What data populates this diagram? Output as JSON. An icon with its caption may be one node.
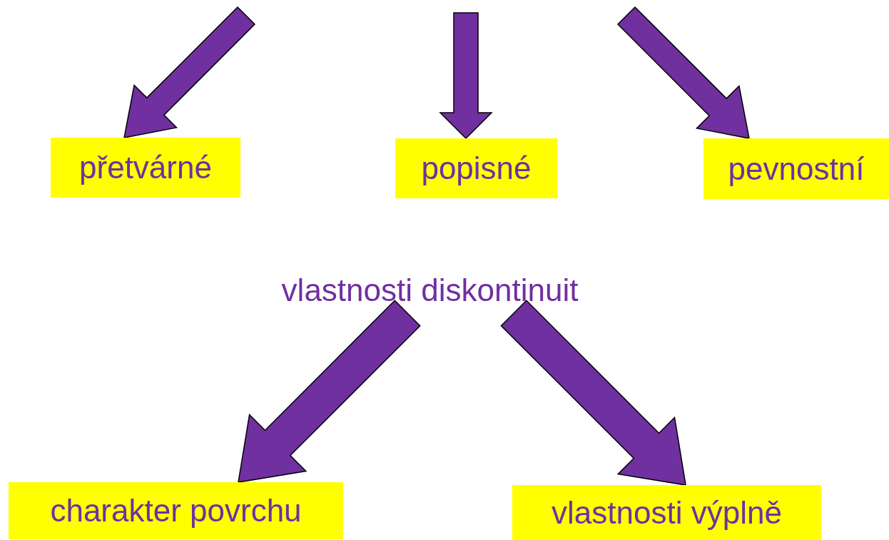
{
  "diagram": {
    "nodes": [
      {
        "text": [
          "přetvárné"
        ]
      },
      {
        "text": [
          "popisné"
        ]
      },
      {
        "text": [
          "pevnostní"
        ]
      },
      {
        "text": [
          "vlastnosti diskontinuit"
        ]
      },
      {
        "text": [
          "charakter povrchu"
        ]
      },
      {
        "text": [
          "vlastnosti výplně"
        ]
      }
    ],
    "edges": [
      {
        "from": null,
        "to": 0,
        "arrow": "to"
      },
      {
        "from": null,
        "to": 1,
        "arrow": "to"
      },
      {
        "from": null,
        "to": 2,
        "arrow": "to"
      },
      {
        "from": 3,
        "to": 4,
        "arrow": "to"
      },
      {
        "from": 3,
        "to": 5,
        "arrow": "to"
      }
    ]
  }
}
